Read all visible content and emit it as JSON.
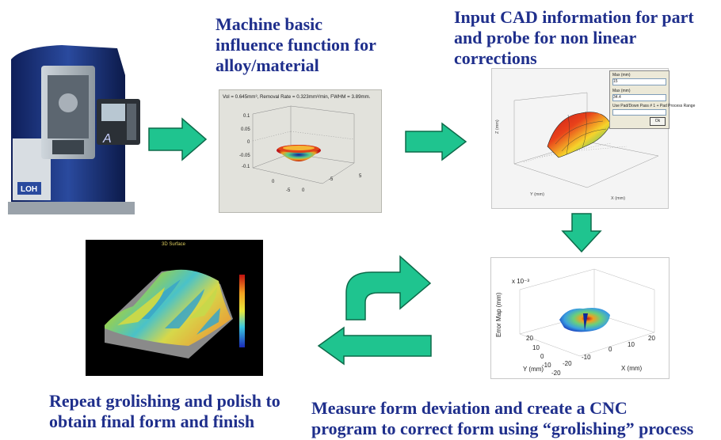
{
  "step1": {
    "title_lines": [
      "Machine basic",
      "influence function for",
      "alloy/material"
    ]
  },
  "step2": {
    "title_lines": [
      "Input CAD information for part",
      "and probe for non linear",
      "corrections"
    ]
  },
  "step3": {
    "title_lines": [
      "Measure form deviation and create a CNC",
      "program to correct form using “grolishing” process"
    ]
  },
  "step4": {
    "title_lines": [
      "Repeat grolishing and polish to",
      "obtain final form and finish"
    ]
  },
  "influence_plot": {
    "header": "Vol = 0.645mm³, Removal Rate = 0.323mm³/min, FWHM = 3.89mm.",
    "z_ticks": [
      "0.1",
      "0.05",
      "0",
      "-0.05",
      "-0.1"
    ],
    "x_ticks": [
      "-5",
      "0",
      "5"
    ],
    "y_ticks": [
      "5",
      "0",
      "-5"
    ]
  },
  "cad_plot": {
    "field1_label": "Max (mm)",
    "field1_value": "15",
    "field2_label": "Max (mm)",
    "field2_value": "34.4",
    "option_text": "Use Pad/Down Pass # 1 + Pad Process Range",
    "ok_label": "Ok",
    "z_label": "Z (mm)",
    "x_label": "X (mm)",
    "y_label": "Y (mm)"
  },
  "error_plot": {
    "exponent": "x 10⁻³",
    "z_label": "Error Map (mm)",
    "y_label": "Y (mm)",
    "x_label": "X (mm)",
    "y_ticks": [
      "10",
      "0",
      "-10",
      "-20"
    ],
    "x_ticks": [
      "-20",
      "-10",
      "0",
      "10",
      "20"
    ],
    "y_top_tick": "20"
  },
  "surface_plot": {
    "title": "3D Surface"
  },
  "machine": {
    "badge": "LOH",
    "logo": "A"
  },
  "colors": {
    "title": "#1f2f8c",
    "arrow_fill": "#1fc48f",
    "arrow_stroke": "#0d6b4a"
  }
}
